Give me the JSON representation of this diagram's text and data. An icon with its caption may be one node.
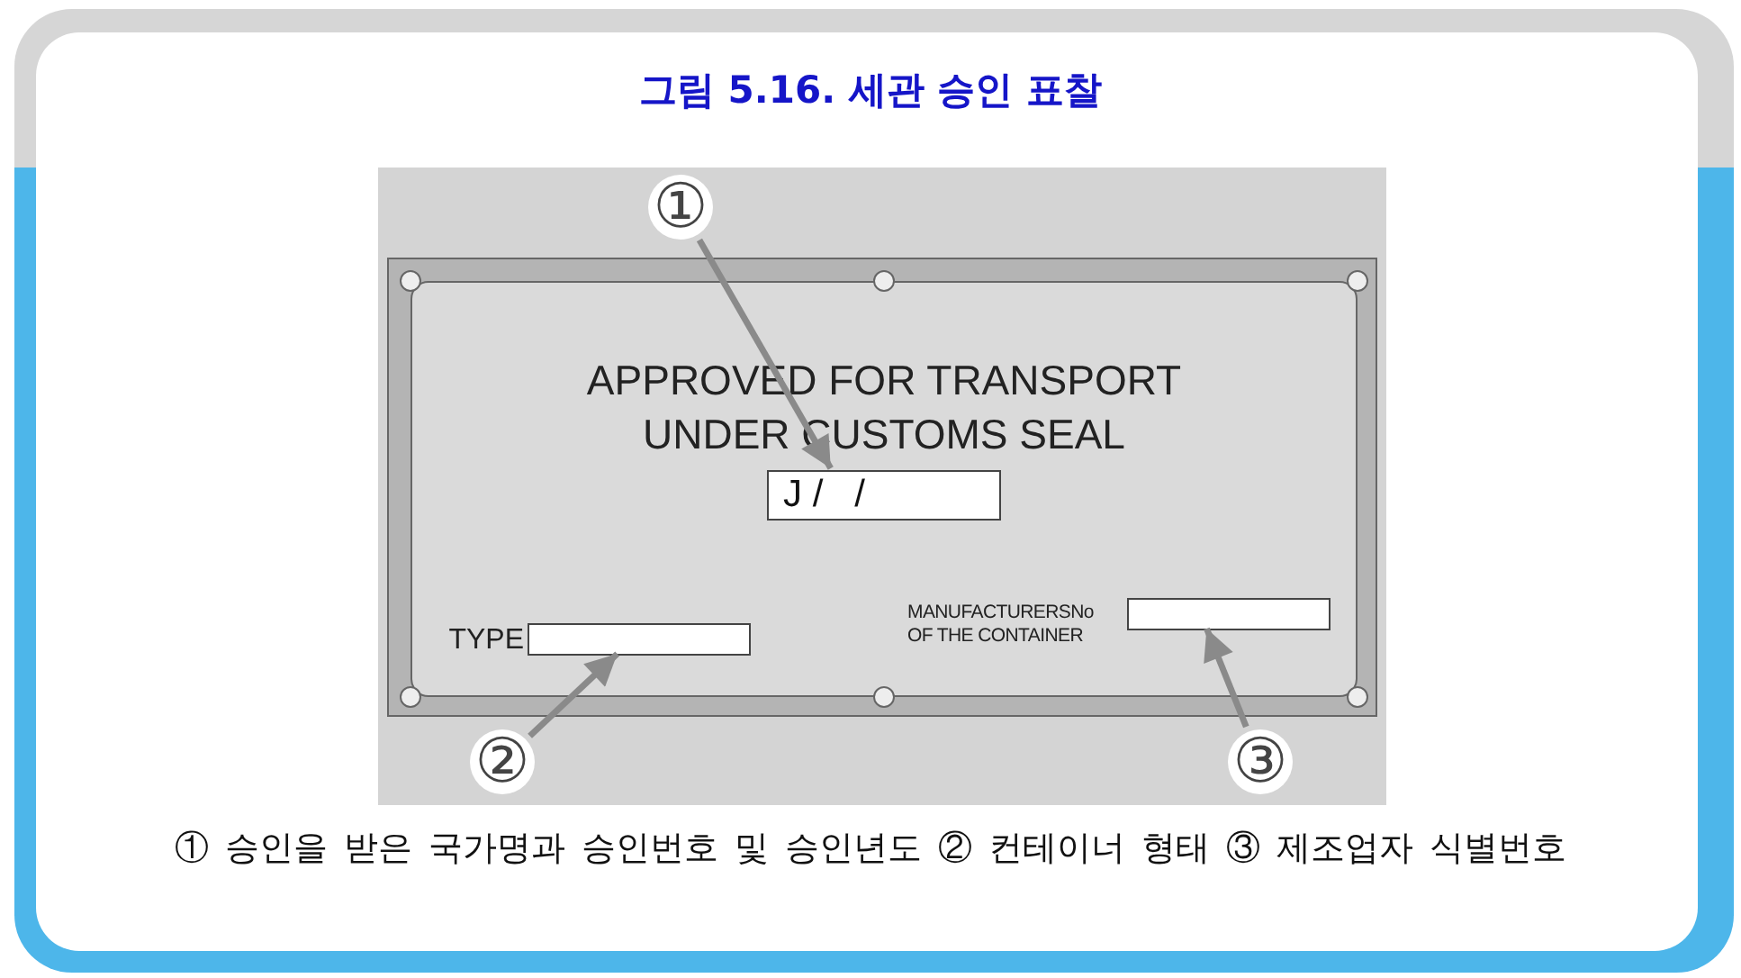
{
  "diagram": {
    "title": "그림 5.16. 세관 승인 표찰",
    "caption": "① 승인을 받은 국가명과 승인번호 및 승인년도 ② 컨테이너 형태 ③ 제조업자 식별번호",
    "nodes": [
      {
        "text": [
          "APPROVED FOR TRANSPORT UNDER CUSTOMS SEAL"
        ]
      },
      {
        "text": [
          "①"
        ]
      },
      {
        "text": [
          "J /   /"
        ],
        "in": 0
      },
      {
        "text": [
          "②"
        ]
      },
      {
        "text": [],
        "shape": "box",
        "in": 0,
        "beside": [
          "TYPE"
        ]
      },
      {
        "text": [
          "③"
        ]
      },
      {
        "text": [],
        "shape": "box",
        "in": 0,
        "beside": [
          "MANUFACTURERSNo OF THE CONTAINER"
        ]
      }
    ],
    "edges": [
      {
        "from": 1,
        "to": 2,
        "arrow": "to"
      },
      {
        "from": 3,
        "to": 4,
        "arrow": "to"
      },
      {
        "from": 5,
        "to": 6,
        "arrow": "to"
      }
    ]
  }
}
